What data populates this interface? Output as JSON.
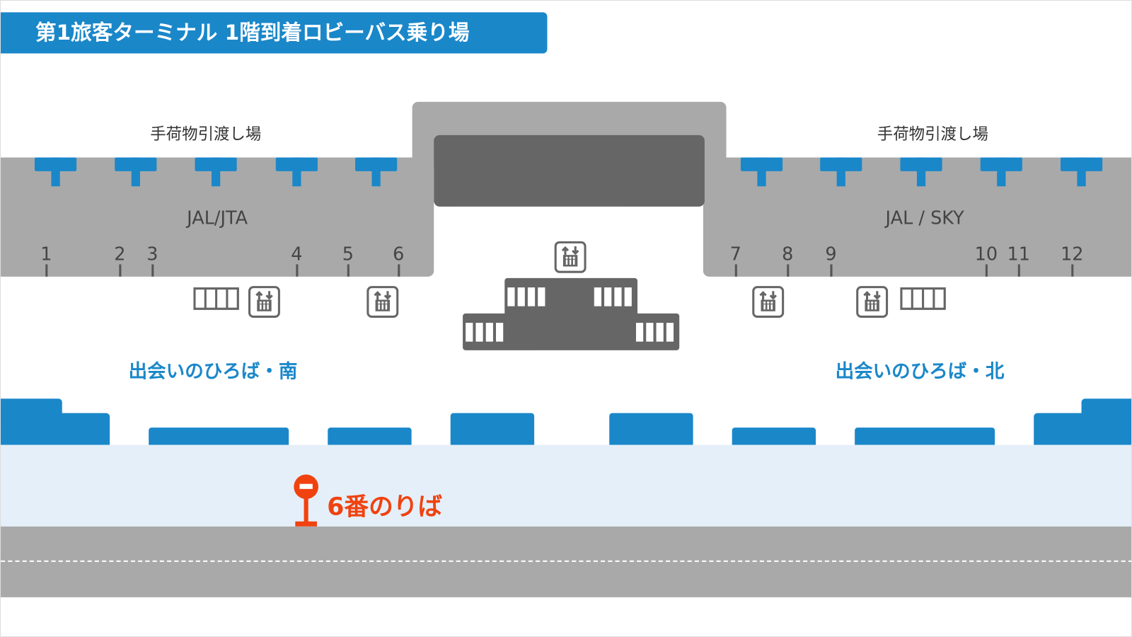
{
  "title": "第1旅客ターミナル 1階到着ロビーバス乗り場",
  "baggage_claim": {
    "left": "手荷物引渡し場",
    "right": "手荷物引渡し場"
  },
  "airlines": {
    "left": "JAL/JTA",
    "right": "JAL / SKY"
  },
  "gates": [
    "1",
    "2",
    "3",
    "4",
    "5",
    "6",
    "7",
    "8",
    "9",
    "10",
    "11",
    "12"
  ],
  "plazas": {
    "south": "出会いのひろば・南",
    "north": "出会いのひろば・北"
  },
  "bus_stop": {
    "label": "6番のりば",
    "icon": "bus-stop-icon"
  },
  "colors": {
    "accent": "#1a87c9",
    "stop": "#f0420f",
    "wall": "#a9a9a9",
    "dark": "#666666",
    "walkway": "#e5eff9"
  }
}
